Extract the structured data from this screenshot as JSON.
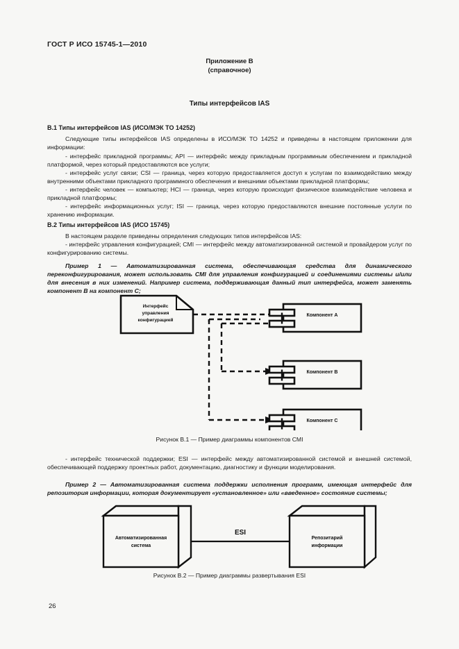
{
  "document": {
    "standard_header": "ГОСТ Р ИСО 15745-1—2010",
    "annex_title": "Приложение В",
    "annex_subtitle": "(справочное)",
    "main_title": "Типы интерфейсов IAS",
    "page_number": "26"
  },
  "sections": {
    "b1": {
      "heading": "В.1  Типы интерфейсов IAS (ИСО/МЭК ТО 14252)",
      "intro": "Следующие типы интерфейсов IAS определены в ИСО/МЭК ТО 14252 и приведены в настоящем приложении для информации:",
      "items": [
        "- интерфейс прикладной программы; API — интерфейс между прикладным программным обеспечением и прикладной платформой, через который предоставляются все услуги;",
        "- интерфейс услуг связи; CSI — граница, через которую предоставляется доступ к услугам по взаимодействию между внутренними объектами прикладного программного обеспечения и внешними объектами прикладной платформы;",
        "- интерфейс человек — компьютер; HCI — граница, через которую происходит физическое взаимодействие человека и прикладной платформы;",
        "- интерфейс информационных услуг; ISI — граница, через которую предоставляются внешние постоянные услуги по хранению информации."
      ]
    },
    "b2": {
      "heading": "В.2  Типы интерфейсов IAS (ИСО 15745)",
      "intro": "В настоящем разделе приведены определения следующих типов интерфейсов IAS:",
      "items": [
        "- интерфейс управления конфигурацией; CMI — интерфейс между автоматизированной системой и провайдером услуг по конфигурированию системы."
      ],
      "example1": "Пример 1 — Автоматизированная система, обеспечивающая средства для динамического переконфигурирования, может использовать CMI для управления конфигурацией и соединениями системы и/или для внесения в них изменений. Например система, поддерживающая данный тип интерфейса, может заменять компонент В на компонент С;",
      "items2": [
        "- интерфейс технической поддержки; ESI — интерфейс между автоматизированной системой и внешней системой, обеспечивающей поддержку проектных работ, документацию, диагностику и функции моделирования."
      ],
      "example2": "Пример 2 — Автоматизированная система поддержки исполнения программ, имеющая интерфейс для репозитория информации, которая документирует «установленное» или «введенное» состояние системы;"
    }
  },
  "figure_b1": {
    "caption": "Рисунок В.1 — Пример диаграммы компонентов CMI",
    "note_label": "Интерфейс управления конфигурацией",
    "components": [
      {
        "label": "Компонент А"
      },
      {
        "label": "Компонент В"
      },
      {
        "label": "Компонент С"
      }
    ]
  },
  "figure_b2": {
    "caption": "Рисунок В.2 — Пример диаграммы развертывания ESI",
    "left_node": "Автоматизированная система",
    "right_node": "Репозитарий информации",
    "link_label": "ESI"
  },
  "colors": {
    "page_background": "#f7f7f5",
    "ink": "#1a1a1a",
    "diagram_stroke": "#111111"
  }
}
